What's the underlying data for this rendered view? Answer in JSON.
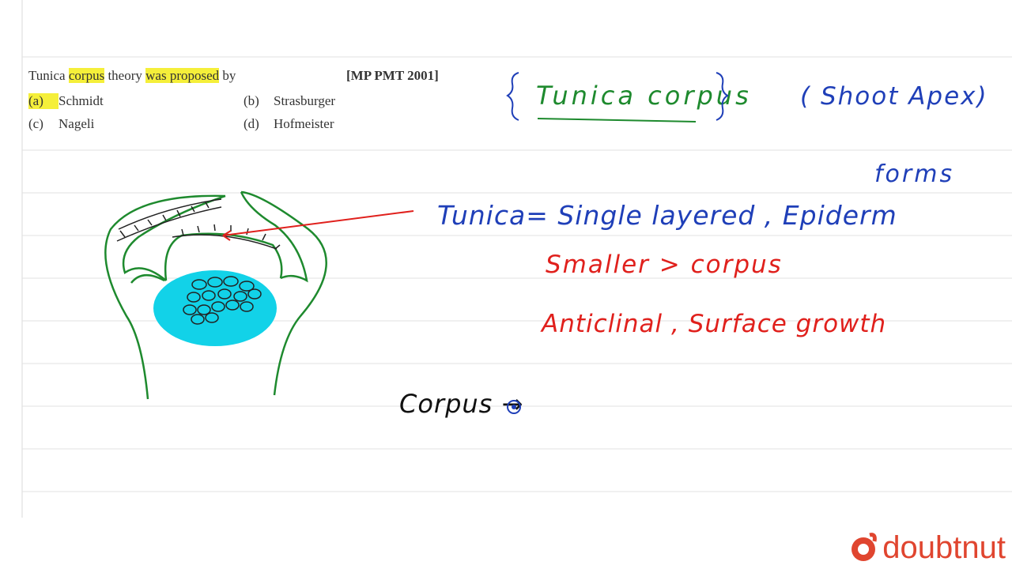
{
  "question": {
    "prefix": "Tunica ",
    "hl1": "corpus",
    "mid": " theory ",
    "hl2": "was proposed",
    "suffix": " by",
    "source": "[MP PMT 2001]",
    "options": [
      {
        "letter": "(a)",
        "text": "Schmidt"
      },
      {
        "letter": "(b)",
        "text": "Strasburger"
      },
      {
        "letter": "(c)",
        "text": "Nageli"
      },
      {
        "letter": "(d)",
        "text": "Hofmeister"
      }
    ]
  },
  "notes": {
    "heading": "Tunica corpus",
    "shoot_apex": "( Shoot Apex)",
    "forms": "forms",
    "tunica_line": "Tunica=  Single layered  ,  Epiderm",
    "smaller_line": "Smaller > corpus",
    "anticlinal_line": "Anticlinal ,  Surface growth",
    "corpus_line": "Corpus →"
  },
  "colors": {
    "blue_ink": "#1f3fb8",
    "green_ink": "#1e8a2e",
    "red_ink": "#e0201c",
    "black_ink": "#111111",
    "cyan_fill": "#12d2e8",
    "highlight": "#f5ef3a"
  },
  "logo": {
    "text": "doubtnut"
  }
}
